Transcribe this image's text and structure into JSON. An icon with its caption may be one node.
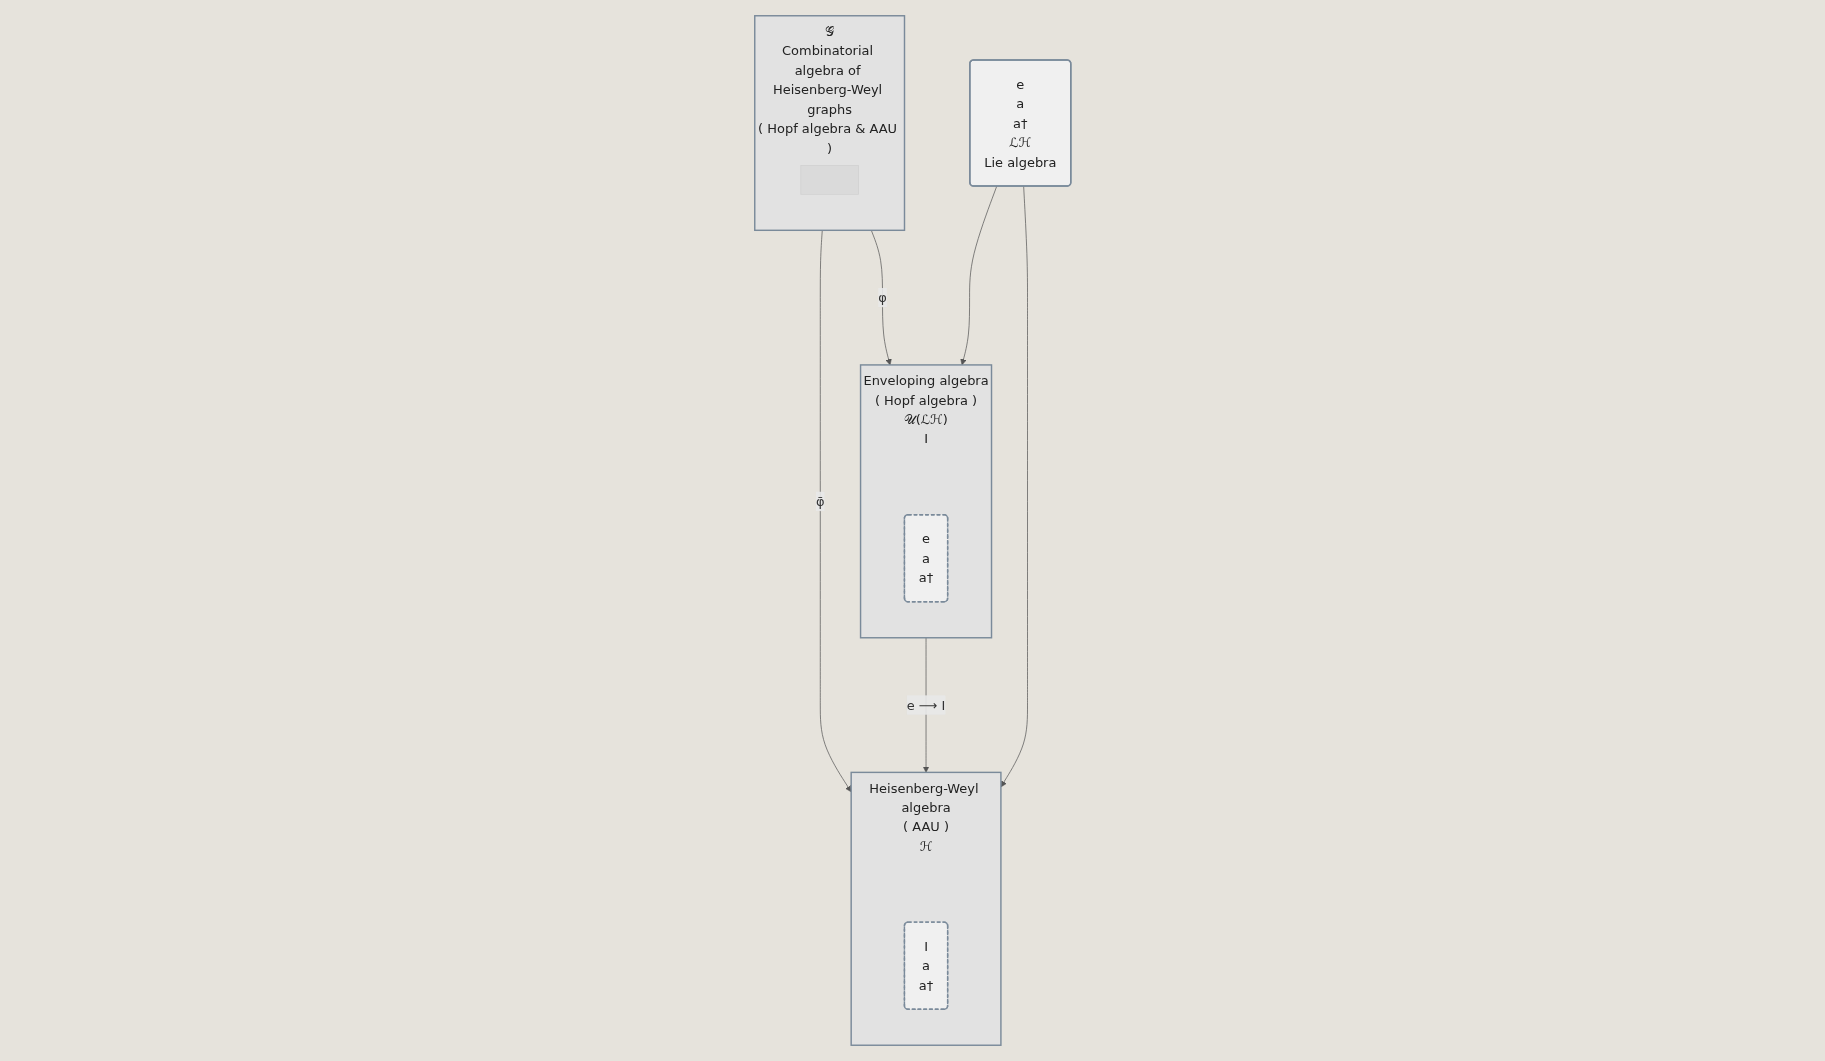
{
  "diagram": {
    "nodes": [
      {
        "text": [
          "𝒢",
          "Combinatorial algebra of Heisenberg-Weyl graphs",
          "( Hopf algebra & AAU )"
        ]
      },
      {
        "text": [],
        "shape": "box",
        "in": 0
      },
      {
        "text": [
          "Enveloping algebra",
          "( Hopf algebra )",
          "𝒰(ℒℋ)",
          "I"
        ]
      },
      {
        "text": [
          "e",
          "a",
          "a†"
        ],
        "in": 2
      },
      {
        "text": [
          "Heisenberg-Weyl algebra",
          "( AAU )",
          "ℋ"
        ]
      },
      {
        "text": [
          "I",
          "a",
          "a†"
        ],
        "in": 4
      },
      {
        "text": [
          "e",
          "a",
          "a†",
          "ℒℋ",
          "Lie algebra"
        ]
      }
    ],
    "edges": [
      {
        "from": 0,
        "to": 2,
        "arrow": "to",
        "label": "φ"
      },
      {
        "from": 0,
        "to": 4,
        "arrow": "to",
        "label": "φ̄"
      },
      {
        "from": 2,
        "to": 4,
        "arrow": "to",
        "label": "e ⟶ I"
      },
      {
        "from": 6,
        "to": 2,
        "arrow": "to"
      },
      {
        "from": 6,
        "to": 4,
        "arrow": "to"
      }
    ]
  }
}
